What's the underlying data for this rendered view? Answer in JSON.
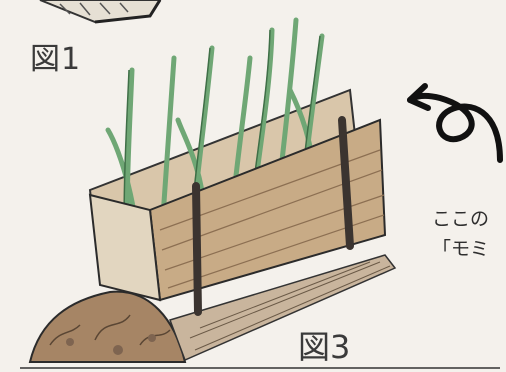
{
  "labels": {
    "figure_1": "図1",
    "figure_3": "図3",
    "side_note_line1": "ここの",
    "side_note_line2": "「モミ"
  },
  "colors": {
    "paper": "#f4f1ec",
    "soil": "#a68565",
    "board": "#c8ab86",
    "board_shadow": "#8c6f52",
    "grass": "#6fa775",
    "pencil": "#3a3a3a"
  },
  "icons": {
    "arrow": "curved-arrow-icon"
  }
}
